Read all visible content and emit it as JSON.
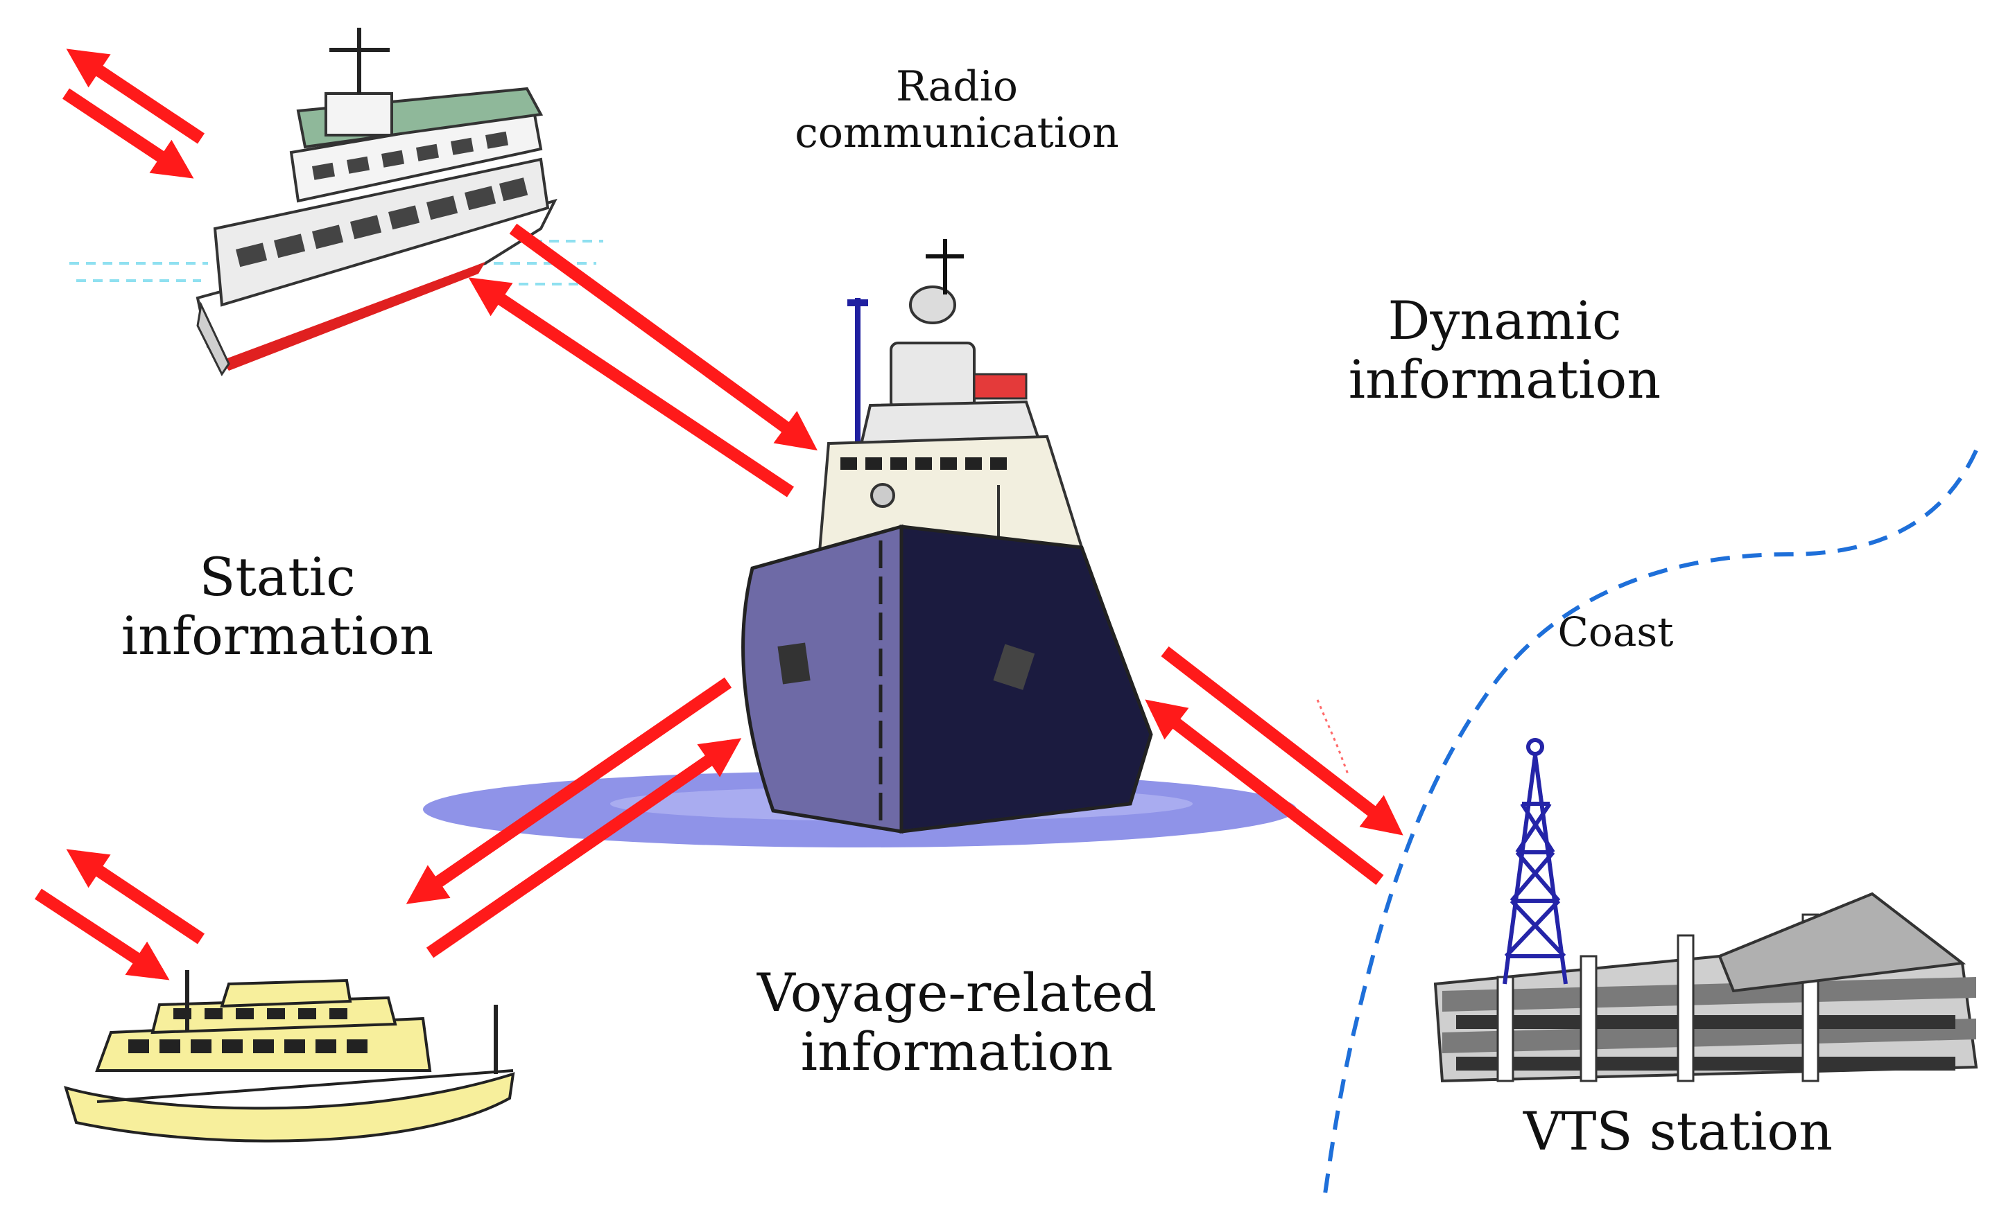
{
  "labels": {
    "radio": [
      "Radio",
      "communication"
    ],
    "dynamic": [
      "Dynamic",
      "information"
    ],
    "static": [
      "Static",
      "information"
    ],
    "coast": "Coast",
    "voyage": [
      "Voyage-related",
      "information"
    ],
    "vts": "VTS station"
  },
  "colors": {
    "arrow": "#ff1a1a",
    "coast_line": "#1e6fd9",
    "water": "#8f93e8",
    "main_hull_dark": "#1b1b3f",
    "main_hull_light": "#6e6aa6",
    "superstructure": "#f2efdf",
    "ferry_roof": "#8fb89a",
    "yacht": "#f7ef9c",
    "tower": "#2424a8",
    "building": "#9a9a9a"
  },
  "icons": [
    "white-ferry-icon",
    "main-ship-icon",
    "yellow-yacht-icon",
    "vts-building-icon",
    "radio-tower-icon"
  ]
}
